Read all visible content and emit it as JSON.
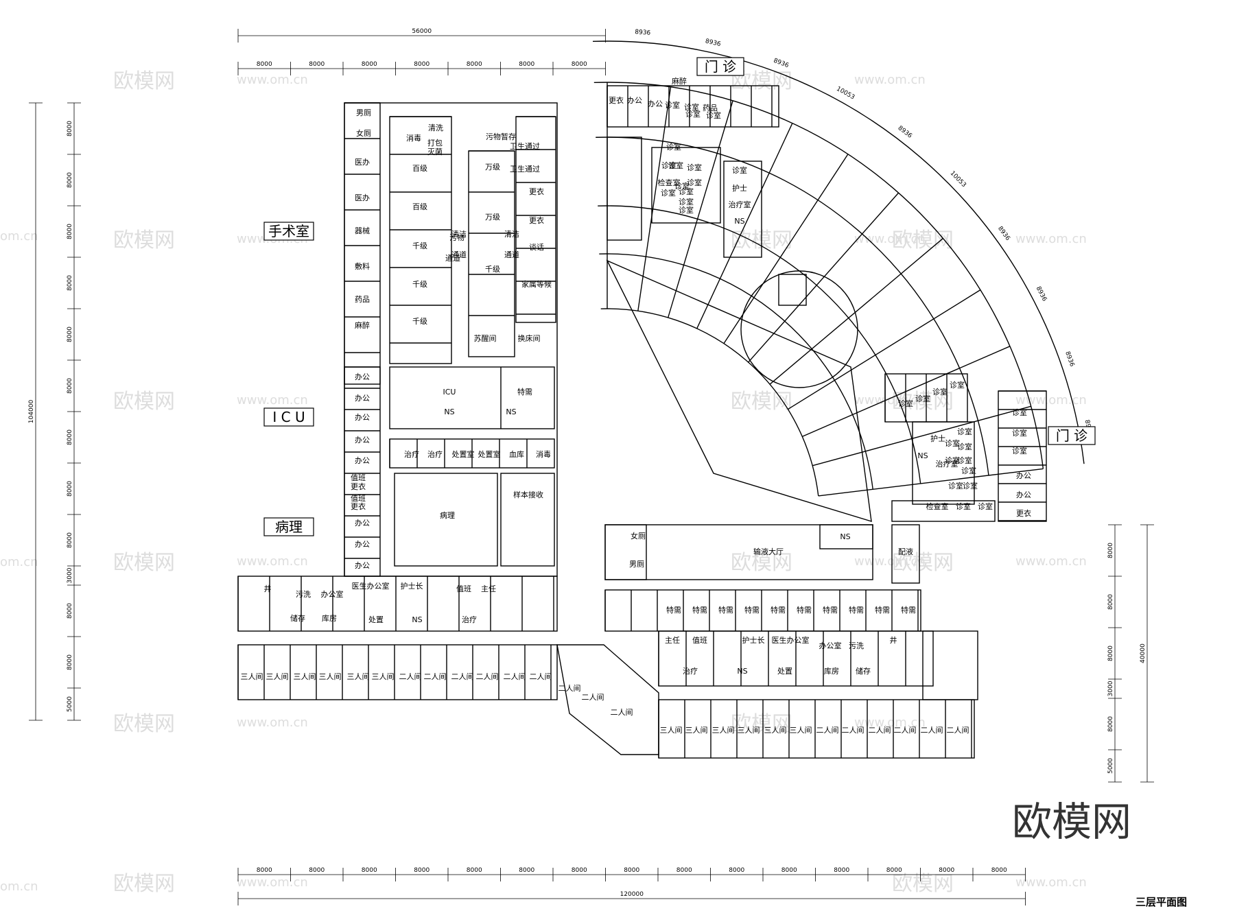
{
  "plan_title": "三层平面图",
  "logo": "欧模网",
  "watermark": {
    "text": "欧模网",
    "url": "www.om.cn",
    "url_short": "om.cn"
  },
  "zones": {
    "surgery": "手术室",
    "icu": "I C U",
    "pathology": "病理",
    "outpatient_top": "门 诊",
    "outpatient_right": "门 诊"
  },
  "dimensions": {
    "top_total": "56000",
    "top_spans": [
      "8000",
      "8000",
      "8000",
      "8000",
      "8000",
      "8000",
      "8000"
    ],
    "arc_spans": [
      "8936",
      "8936",
      "8936",
      "10053",
      "8936",
      "10053",
      "8936",
      "8936",
      "8936",
      "8936"
    ],
    "left_total": "104000",
    "left_spans": [
      "8000",
      "8000",
      "8000",
      "8000",
      "8000",
      "8000",
      "8000",
      "8000",
      "8000",
      "3000",
      "8000",
      "8000",
      "5000"
    ],
    "right_total": "40000",
    "right_spans": [
      "8000",
      "8000",
      "8000",
      "3000",
      "8000",
      "5000"
    ],
    "bottom_spans": [
      "8000",
      "8000",
      "8000",
      "8000",
      "8000",
      "8000",
      "8000",
      "8000",
      "8000",
      "8000",
      "8000",
      "8000",
      "8000",
      "8000",
      "8000"
    ],
    "bottom_total": "120000"
  },
  "rooms": {
    "surgery_side": [
      "男厕",
      "女厕",
      "医办",
      "医办",
      "器械",
      "敷料",
      "药品",
      "麻醉"
    ],
    "surgery_core": [
      "消毒",
      "清洗",
      "打包",
      "灭菌",
      "污物暂存",
      "百级",
      "百级",
      "千级",
      "千级",
      "千级",
      "万级",
      "万级",
      "千级",
      "清洁",
      "通道",
      "污物",
      "通道",
      "清洁",
      "通道",
      "苏醒间",
      "换床间"
    ],
    "surgery_east": [
      "卫生通过",
      "卫生通过",
      "更衣",
      "更衣",
      "谈话",
      "家属等候"
    ],
    "icu": [
      "ICU",
      "特需",
      "NS",
      "NS",
      "治疗",
      "治疗",
      "处置室",
      "处置室",
      "血库",
      "消毒"
    ],
    "icu_offices": [
      "办公",
      "办公",
      "办公",
      "办公",
      "办公",
      "值班",
      "更衣",
      "值班",
      "更衣",
      "办公",
      "办公",
      "办公"
    ],
    "pathology": [
      "病理",
      "样本接收"
    ],
    "ward_west_service": [
      "井",
      "污洗",
      "办公室",
      "医生办公室",
      "护士长",
      "值班",
      "主任",
      "储存",
      "库房",
      "处置",
      "NS",
      "治疗"
    ],
    "ward_west_beds": [
      "三人间",
      "三人间",
      "三人间",
      "三人间",
      "三人间",
      "三人间",
      "二人间",
      "二人间",
      "二人间",
      "二人间",
      "二人间",
      "二人间"
    ],
    "ward_link": [
      "二人间",
      "二人间",
      "二人间"
    ],
    "ward_east_special": [
      "特需",
      "特需",
      "特需",
      "特需",
      "特需",
      "特需",
      "特需",
      "特需",
      "特需",
      "特需"
    ],
    "ward_east_service": [
      "主任",
      "值班",
      "护士长",
      "医生办公室",
      "办公室",
      "污洗",
      "井",
      "治疗",
      "NS",
      "处置",
      "库房",
      "储存"
    ],
    "ward_east_beds": [
      "三人间",
      "三人间",
      "三人间",
      "三人间",
      "三人间",
      "三人间",
      "二人间",
      "二人间",
      "二人间",
      "二人间",
      "二人间",
      "二人间"
    ],
    "infusion": [
      "女厕",
      "男厕",
      "输液大厅",
      "NS",
      "配液"
    ],
    "outpatient_top": [
      "麻醉",
      "更衣",
      "办公",
      "办公",
      "诊室",
      "诊室",
      "药品",
      "诊室",
      "诊室",
      "诊室",
      "诊室",
      "检查室",
      "诊室",
      "诊室",
      "诊室",
      "诊室",
      "护士",
      "治疗室",
      "NS",
      "诊室",
      "诊室",
      "诊室",
      "诊室",
      "诊室"
    ],
    "outpatient_right": [
      "诊室",
      "诊室",
      "诊室",
      "诊室",
      "诊室",
      "诊室",
      "诊室",
      "诊室",
      "诊室",
      "诊室",
      "护士",
      "诊室",
      "诊室",
      "NS",
      "治疗室",
      "诊室",
      "诊室",
      "诊室",
      "办公",
      "办公",
      "更衣",
      "检查室",
      "诊室",
      "诊室"
    ]
  }
}
